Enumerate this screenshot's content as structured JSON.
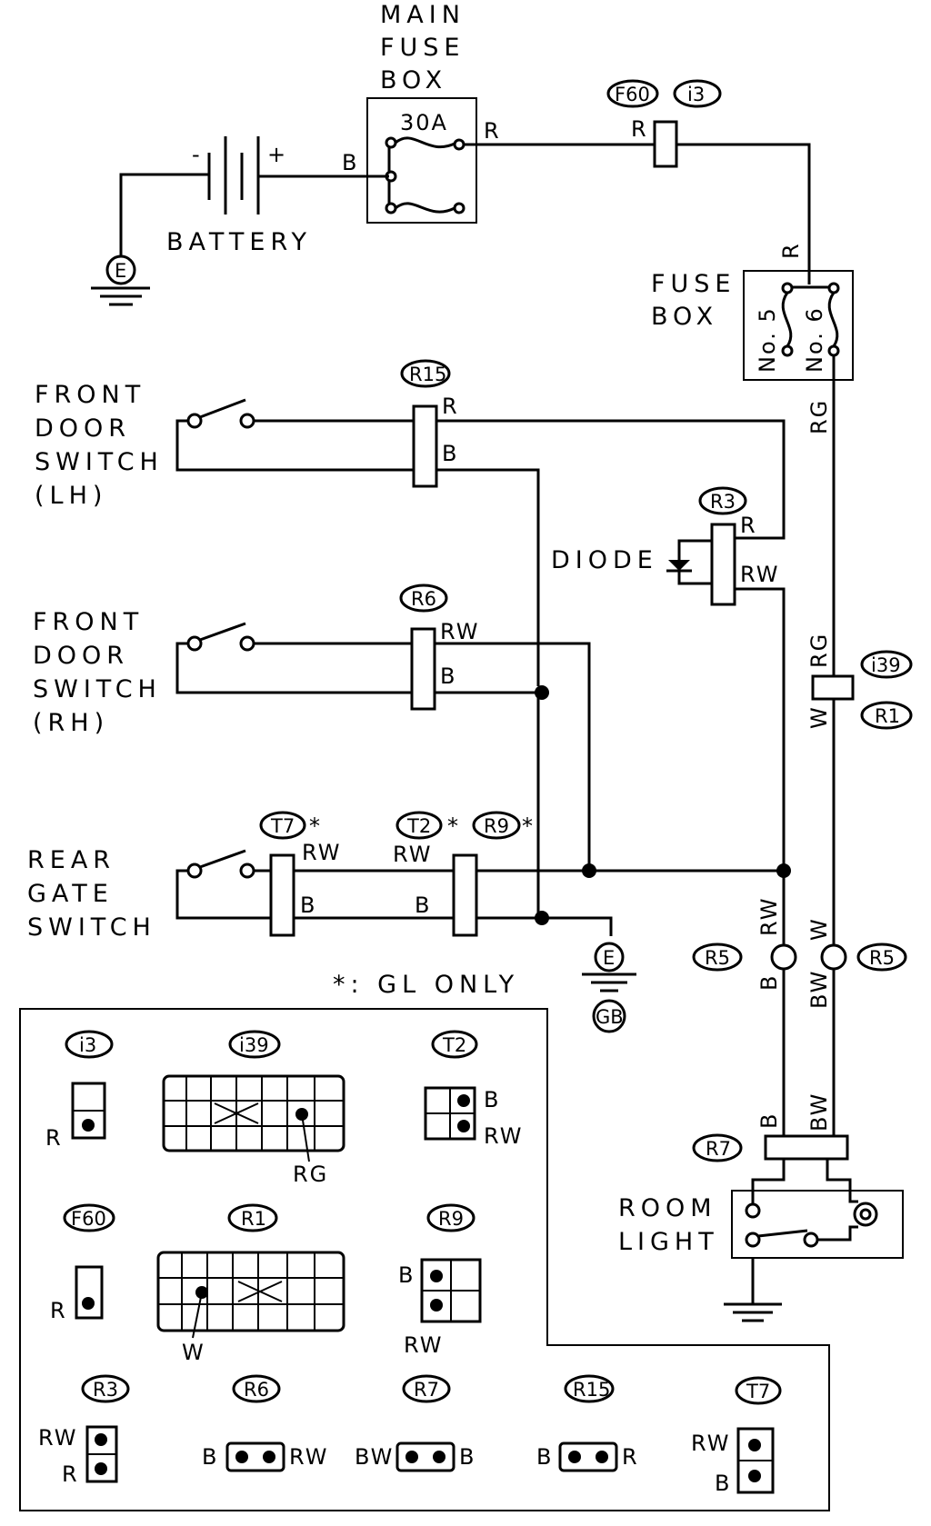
{
  "labels": {
    "main_fuse_box": [
      "MAIN",
      "FUSE",
      "BOX"
    ],
    "fuse_30a": "30A",
    "battery": "BATTERY",
    "battery_minus": "-",
    "battery_plus": "+",
    "fuse_box": [
      "FUSE",
      "BOX"
    ],
    "fuse_no5": "No. 5",
    "fuse_no6": "No. 6",
    "front_door_lh": [
      "FRONT",
      "DOOR",
      "SWITCH",
      "(LH)"
    ],
    "front_door_rh": [
      "FRONT",
      "DOOR",
      "SWITCH",
      "(RH)"
    ],
    "rear_gate": [
      "REAR",
      "GATE",
      "SWITCH"
    ],
    "diode": "DIODE",
    "room_light": [
      "ROOM",
      "LIGHT"
    ],
    "gl_only": "*: GL  ONLY",
    "ground_e": "E",
    "ground_gb": "GB"
  },
  "connectors": {
    "f60": "F60",
    "i3": "i3",
    "r15": "R15",
    "r3": "R3",
    "r6": "R6",
    "i39": "i39",
    "r1": "R1",
    "t7": "T7",
    "t2": "T2",
    "r9": "R9",
    "r5": "R5",
    "r7": "R7",
    "asterisk": "*"
  },
  "wires": {
    "b": "B",
    "r": "R",
    "rg": "RG",
    "rw": "RW",
    "w": "W",
    "bw": "BW"
  },
  "legend": {
    "i3": {
      "id": "i3",
      "pins": [
        "R"
      ]
    },
    "i39": {
      "id": "i39",
      "pins": [
        "RG"
      ]
    },
    "t2": {
      "id": "T2",
      "pins": [
        "B",
        "RW"
      ]
    },
    "f60": {
      "id": "F60",
      "pins": [
        "R"
      ]
    },
    "r1": {
      "id": "R1",
      "pins": [
        "W"
      ]
    },
    "r9": {
      "id": "R9",
      "pins": [
        "B",
        "RW"
      ]
    },
    "r3": {
      "id": "R3",
      "pins": [
        "RW",
        "R"
      ]
    },
    "r6": {
      "id": "R6",
      "pins": [
        "B",
        "RW"
      ]
    },
    "r7": {
      "id": "R7",
      "pins": [
        "BW",
        "B"
      ]
    },
    "r15": {
      "id": "R15",
      "pins": [
        "B",
        "R"
      ]
    },
    "t7": {
      "id": "T7",
      "pins": [
        "RW",
        "B"
      ]
    }
  }
}
